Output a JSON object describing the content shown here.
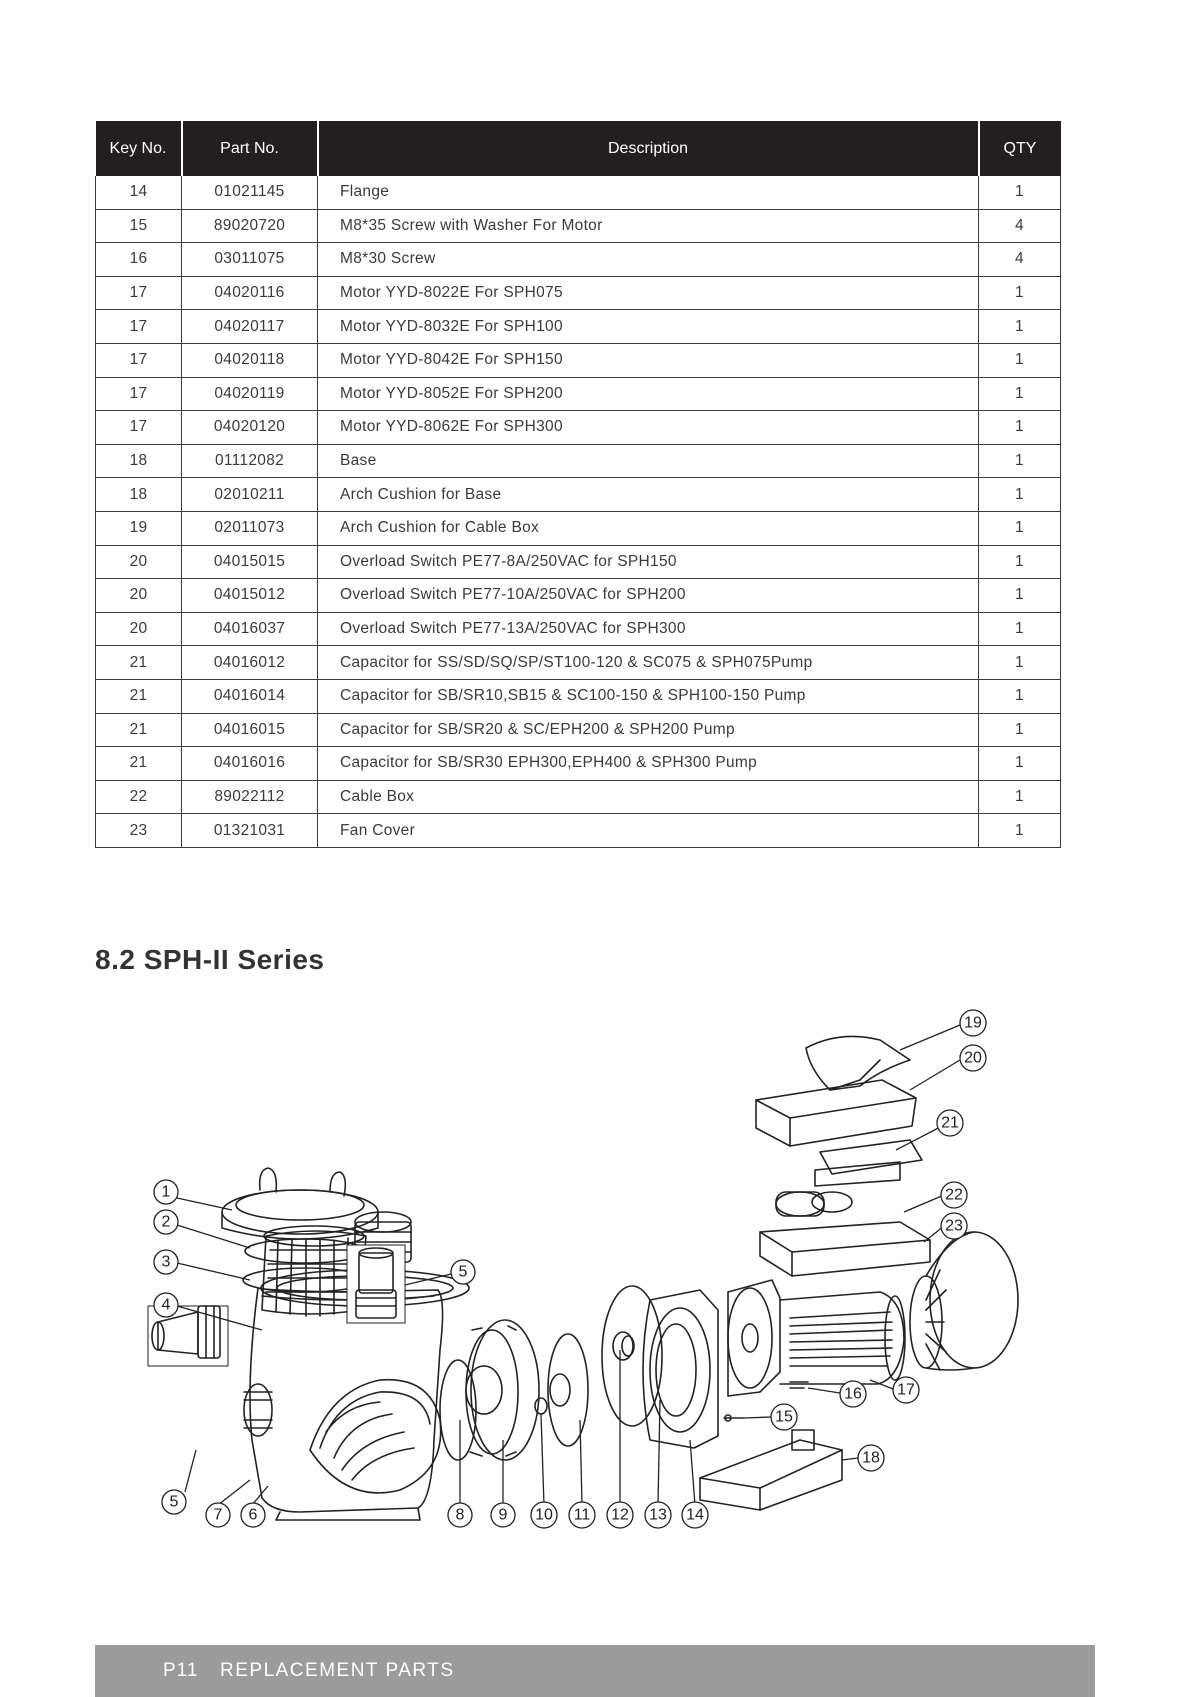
{
  "table": {
    "headers": {
      "key": "Key No.",
      "part": "Part No.",
      "description": "Description",
      "qty": "QTY"
    },
    "rows": [
      {
        "key": "14",
        "part": "01021145",
        "description": "Flange",
        "qty": "1"
      },
      {
        "key": "15",
        "part": "89020720",
        "description": "M8*35 Screw with Washer For Motor",
        "qty": "4"
      },
      {
        "key": "16",
        "part": "03011075",
        "description": "M8*30 Screw",
        "qty": "4"
      },
      {
        "key": "17",
        "part": "04020116",
        "description": "Motor YYD-8022E For SPH075",
        "qty": "1"
      },
      {
        "key": "17",
        "part": "04020117",
        "description": "Motor YYD-8032E For SPH100",
        "qty": "1"
      },
      {
        "key": "17",
        "part": "04020118",
        "description": "Motor YYD-8042E For SPH150",
        "qty": "1"
      },
      {
        "key": "17",
        "part": "04020119",
        "description": "Motor YYD-8052E For SPH200",
        "qty": "1"
      },
      {
        "key": "17",
        "part": "04020120",
        "description": "Motor YYD-8062E For SPH300",
        "qty": "1"
      },
      {
        "key": "18",
        "part": "01112082",
        "description": "Base",
        "qty": "1"
      },
      {
        "key": "18",
        "part": "02010211",
        "description": "Arch Cushion for Base",
        "qty": "1"
      },
      {
        "key": "19",
        "part": "02011073",
        "description": "Arch Cushion for Cable Box",
        "qty": "1"
      },
      {
        "key": "20",
        "part": "04015015",
        "description": "Overload Switch PE77-8A/250VAC for SPH150",
        "qty": "1"
      },
      {
        "key": "20",
        "part": "04015012",
        "description": "Overload Switch PE77-10A/250VAC for SPH200",
        "qty": "1"
      },
      {
        "key": "20",
        "part": "04016037",
        "description": "Overload Switch PE77-13A/250VAC for SPH300",
        "qty": "1"
      },
      {
        "key": "21",
        "part": "04016012",
        "description": "Capacitor for SS/SD/SQ/SP/ST100-120 & SC075 & SPH075Pump",
        "qty": "1"
      },
      {
        "key": "21",
        "part": "04016014",
        "description": "Capacitor for SB/SR10,SB15 & SC100-150 & SPH100-150 Pump",
        "qty": "1"
      },
      {
        "key": "21",
        "part": "04016015",
        "description": "Capacitor for SB/SR20 & SC/EPH200 & SPH200 Pump",
        "qty": "1"
      },
      {
        "key": "21",
        "part": "04016016",
        "description": "Capacitor for SB/SR30 EPH300,EPH400 & SPH300 Pump",
        "qty": "1"
      },
      {
        "key": "22",
        "part": "89022112",
        "description": "Cable Box",
        "qty": "1"
      },
      {
        "key": "23",
        "part": "01321031",
        "description": "Fan Cover",
        "qty": "1"
      }
    ]
  },
  "section_title": "8.2 SPH-II Series",
  "diagram": {
    "callouts": [
      "1",
      "2",
      "3",
      "4",
      "5",
      "5",
      "6",
      "7",
      "8",
      "9",
      "10",
      "11",
      "12",
      "13",
      "14",
      "15",
      "16",
      "17",
      "18",
      "19",
      "20",
      "21",
      "22",
      "23"
    ]
  },
  "footer": {
    "page": "P11",
    "section": "REPLACEMENT PARTS"
  }
}
